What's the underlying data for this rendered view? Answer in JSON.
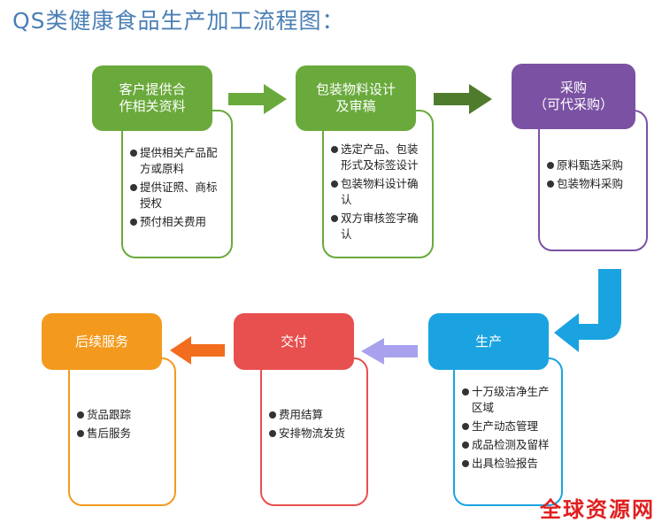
{
  "title": "QS类健康食品生产加工流程图：",
  "steps": [
    {
      "head": [
        "客户提供合",
        "作相关资料"
      ],
      "items": [
        "提供相关产品配方或原料",
        "提供证照、商标授权",
        "预付相关费用"
      ]
    },
    {
      "head": [
        "包装物料设计",
        "及审稿"
      ],
      "items": [
        "选定产品、包装形式及标签设计",
        "包装物料设计确认",
        "双方审核签字确认"
      ]
    },
    {
      "head": [
        "采购",
        "（可代采购）"
      ],
      "items": [
        "原料甄选采购",
        "包装物料采购"
      ]
    },
    {
      "head": [
        "生产"
      ],
      "items": [
        "十万级洁净生产区域",
        "生产动态管理",
        "成品检测及留样",
        "出具检验报告"
      ]
    },
    {
      "head": [
        "交付"
      ],
      "items": [
        "费用结算",
        "安排物流发货"
      ]
    },
    {
      "head": [
        "后续服务"
      ],
      "items": [
        "货品跟踪",
        "售后服务"
      ]
    }
  ],
  "colors": {
    "green": "#6aaa3c",
    "purple": "#7b52a3",
    "blue": "#1aa3e0",
    "red": "#e84f4f",
    "orange": "#f39a1e",
    "title": "#4a7fb5"
  },
  "watermark": "全球资源网"
}
